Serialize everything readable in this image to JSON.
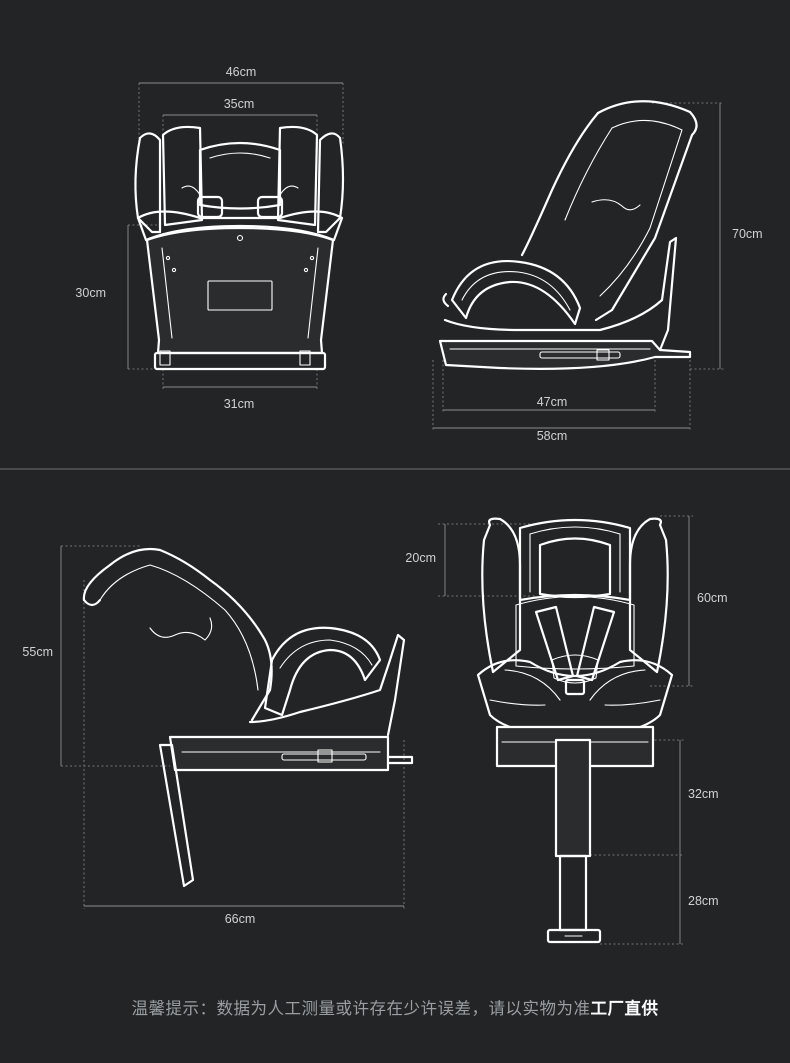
{
  "front_view": {
    "width_outer": "46cm",
    "width_inner": "35cm",
    "base_height": "30cm",
    "base_width": "31cm"
  },
  "side_view": {
    "height": "70cm",
    "base_depth": "47cm",
    "total_depth": "58cm"
  },
  "reclined_view": {
    "height": "55cm",
    "total_length": "66cm"
  },
  "rear_front_view": {
    "headrest": "20cm",
    "seat_height": "60cm",
    "leg_upper": "32cm",
    "leg_lower": "28cm"
  },
  "footer": {
    "note": "温馨提示：数据为人工测量或许存在少许误差，请以实物为准",
    "emphasis": "工厂直供"
  }
}
